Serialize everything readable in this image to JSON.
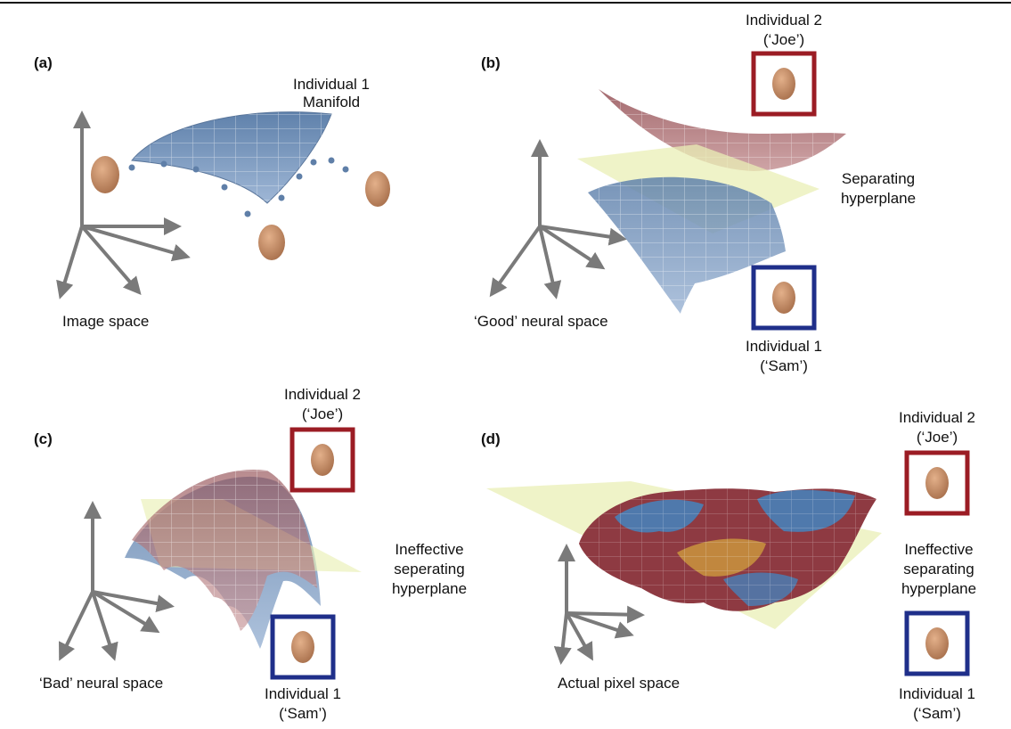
{
  "panels": {
    "a": {
      "label": "(a)",
      "manifold_title_line1": "Individual 1",
      "manifold_title_line2": "Manifold",
      "space_label": "Image space"
    },
    "b": {
      "label": "(b)",
      "individual2_line1": "Individual 2",
      "individual2_line2": "(‘Joe’)",
      "plane_line1": "Separating",
      "plane_line2": "hyperplane",
      "space_label": "‘Good’ neural space",
      "individual1_line1": "Individual 1",
      "individual1_line2": "(‘Sam’)"
    },
    "c": {
      "label": "(c)",
      "individual2_line1": "Individual 2",
      "individual2_line2": "(‘Joe’)",
      "plane_line1": "Ineffective",
      "plane_line2": "seperating",
      "plane_line3": "hyperplane",
      "space_label": "‘Bad’ neural space",
      "individual1_line1": "Individual 1",
      "individual1_line2": "(‘Sam’)"
    },
    "d": {
      "label": "(d)",
      "individual2_line1": "Individual 2",
      "individual2_line2": "(‘Joe’)",
      "plane_line1": "Ineffective",
      "plane_line2": "separating",
      "plane_line3": "hyperplane",
      "space_label": "Actual pixel space",
      "individual1_line1": "Individual 1",
      "individual1_line2": "(‘Sam’)"
    }
  },
  "colors": {
    "joe_frame": "#9b1c24",
    "sam_frame": "#1f2f8a",
    "manifold_blue": "#6f8fb5",
    "manifold_red": "#a86a6e",
    "hyperplane": "#e9efb6",
    "axis": "#7a7a7a",
    "skin": "#c98f66"
  }
}
